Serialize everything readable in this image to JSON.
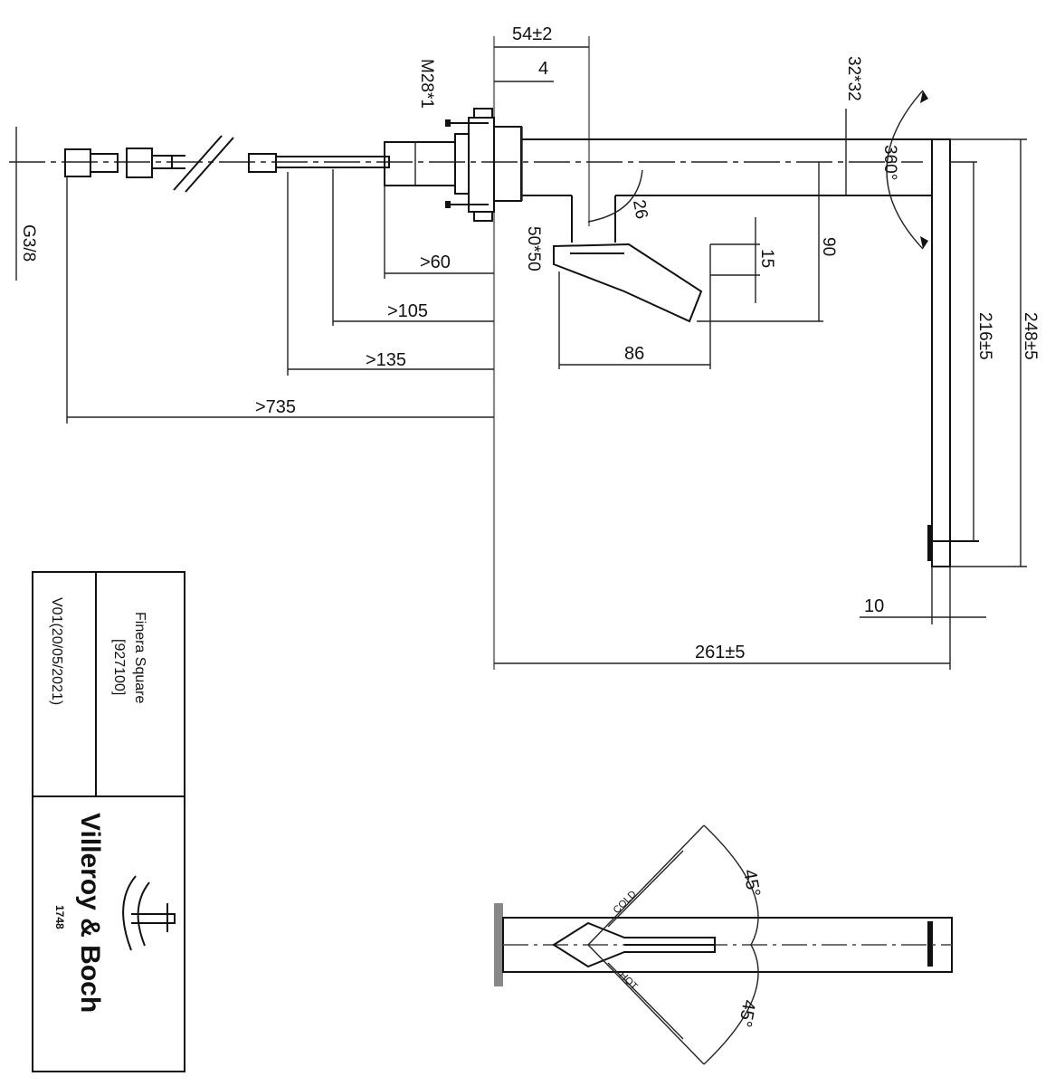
{
  "dimensions": {
    "d_54": "54±2",
    "d_4": "4",
    "d_m28": "M28*1",
    "d_32": "32*32",
    "d_360": "360°",
    "d_26": "26",
    "d_50": "50*50",
    "d_15": "15",
    "d_90": "90",
    "d_216": "216±5",
    "d_248": "248±5",
    "d_g38": "G3/8",
    "d_60": ">60",
    "d_105": ">105",
    "d_135": ">135",
    "d_735": ">735",
    "d_86": "86",
    "d_10": "10",
    "d_261": "261±5",
    "d_45a": "45°",
    "d_45b": "45°",
    "d_cold": "COLD",
    "d_hot": "HOT"
  },
  "title_block": {
    "product": "Finera Square",
    "code": "[927100]",
    "version": "V01(20/05/2021)",
    "brand": "Villeroy & Boch",
    "year": "1748"
  },
  "colors": {
    "line": "#111111",
    "grey": "#888888"
  }
}
